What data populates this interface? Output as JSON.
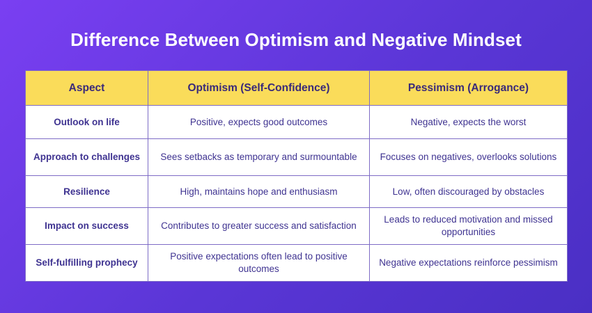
{
  "title": "Difference Between Optimism and Negative Mindset",
  "table": {
    "headers": [
      "Aspect",
      "Optimism (Self-Confidence)",
      "Pessimism (Arrogance)"
    ],
    "rows": [
      {
        "aspect": "Outlook on life",
        "optimism": "Positive, expects good outcomes",
        "pessimism": "Negative, expects the worst"
      },
      {
        "aspect": "Approach to challenges",
        "optimism": "Sees setbacks as temporary and surmountable",
        "pessimism": "Focuses on negatives, overlooks solutions"
      },
      {
        "aspect": "Resilience",
        "optimism": "High, maintains hope and enthusiasm",
        "pessimism": "Low, often discouraged by obstacles"
      },
      {
        "aspect": "Impact on success",
        "optimism": "Contributes to greater success and satisfaction",
        "pessimism": "Leads to reduced motivation and missed opportunities"
      },
      {
        "aspect": "Self-fulfilling prophecy",
        "optimism": "Positive expectations often lead to positive outcomes",
        "pessimism": "Negative expectations reinforce pessimism"
      }
    ]
  },
  "colors": {
    "background_start": "#7a3ff2",
    "background_end": "#4a2fc4",
    "header_fill": "#fadc5a",
    "text": "#3f3391",
    "border": "#7e6cc6"
  }
}
